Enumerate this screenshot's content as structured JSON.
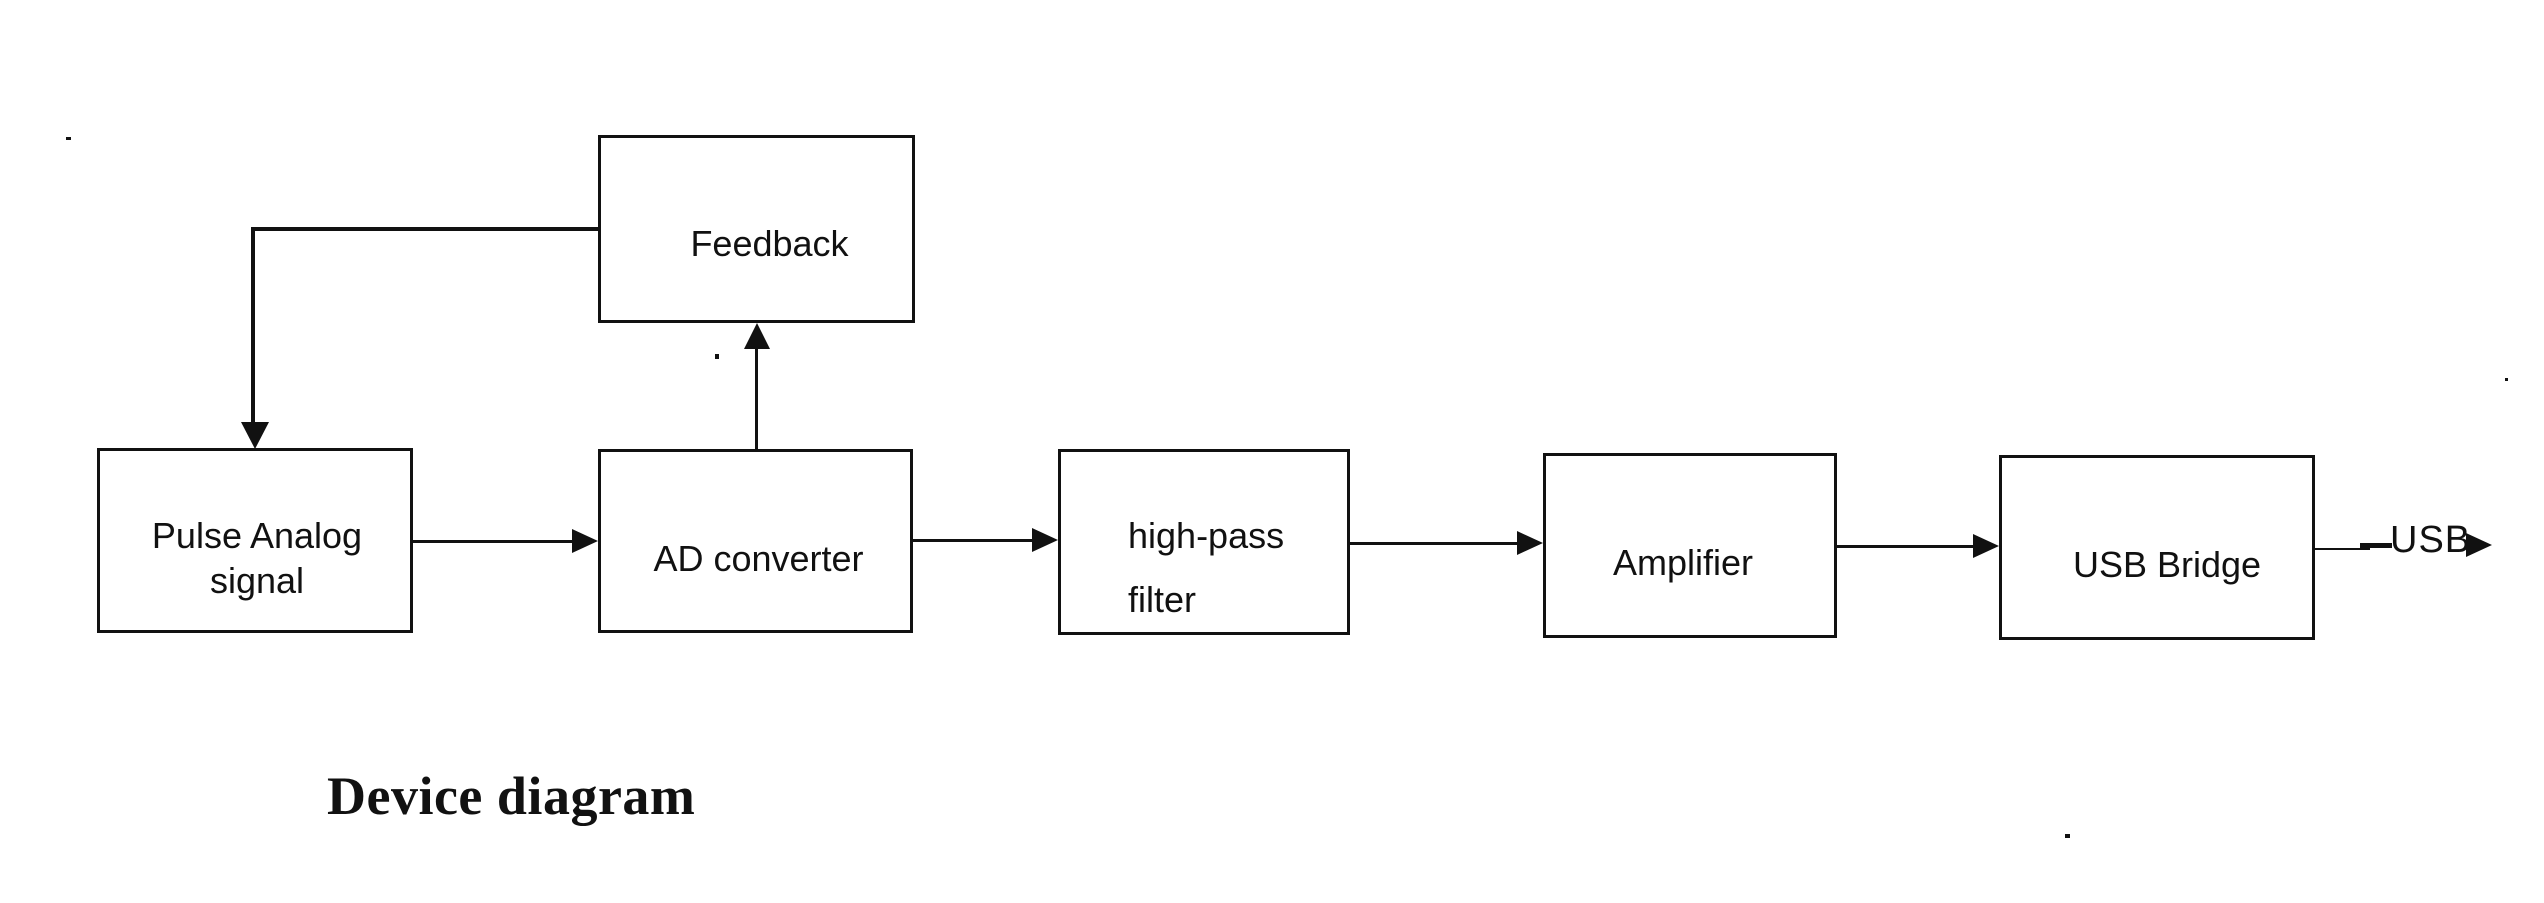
{
  "caption": "Device diagram",
  "colors": {
    "ink": "#111111",
    "background": "#ffffff"
  },
  "blocks": {
    "feedback": {
      "label": "Feedback"
    },
    "pulse": {
      "line1": "Pulse Analog",
      "line2": "signal"
    },
    "ad": {
      "label": "AD converter"
    },
    "hpf": {
      "line1": "high-pass",
      "line2": "filter"
    },
    "amp": {
      "label": "Amplifier"
    },
    "usb": {
      "label": "USB Bridge"
    }
  },
  "output": {
    "label": "USB"
  },
  "connections": [
    {
      "from": "Pulse Analog signal",
      "to": "AD converter"
    },
    {
      "from": "AD converter",
      "to": "high-pass filter"
    },
    {
      "from": "high-pass filter",
      "to": "Amplifier"
    },
    {
      "from": "Amplifier",
      "to": "USB Bridge"
    },
    {
      "from": "USB Bridge",
      "to": "USB"
    },
    {
      "from": "AD converter",
      "to": "Feedback"
    },
    {
      "from": "Feedback",
      "to": "Pulse Analog signal"
    }
  ]
}
